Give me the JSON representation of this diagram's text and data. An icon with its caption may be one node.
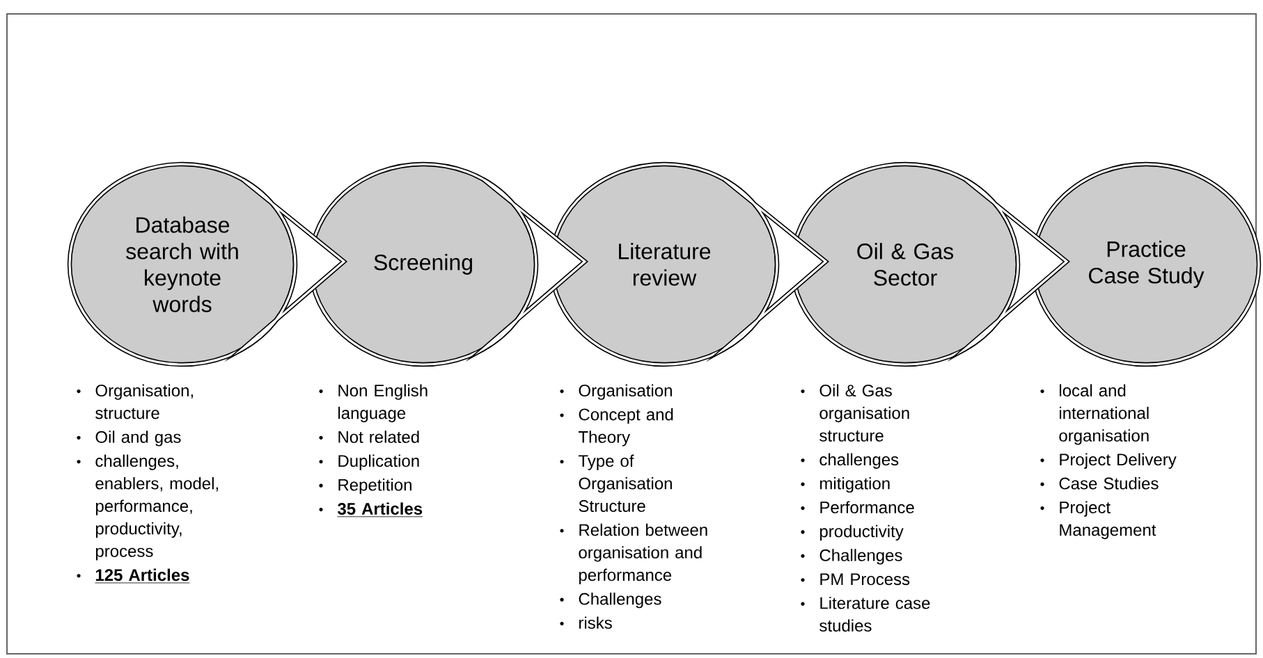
{
  "diagram": {
    "nodes": [
      {
        "text": [
          "Database search with keynote words"
        ],
        "beside": [
          "Organisation, structure",
          "Oil and gas",
          "challenges, enablers, model, performance, productivity, process",
          "125 Articles"
        ]
      },
      {
        "text": [
          "Screening"
        ],
        "beside": [
          "Non English language",
          "Not related",
          "Duplication",
          "Repetition",
          "35 Articles"
        ]
      },
      {
        "text": [
          "Literature review"
        ],
        "beside": [
          "Organisation",
          "Concept and Theory",
          "Type of Organisation Structure",
          "Relation between organisation and performance",
          "Challenges",
          "risks"
        ]
      },
      {
        "text": [
          "Oil & Gas Sector"
        ],
        "beside": [
          "Oil & Gas organisation structure",
          "challenges",
          "mitigation",
          "Performance",
          "productivity",
          "Challenges",
          "PM Process",
          "Literature case studies"
        ]
      },
      {
        "text": [
          "Practice Case Study"
        ],
        "beside": [
          "local and international organisation",
          "Project Delivery",
          "Case Studies",
          "Project Management"
        ]
      }
    ],
    "edges": [
      {
        "from": 0,
        "to": 1,
        "arrow": "to"
      },
      {
        "from": 1,
        "to": 2,
        "arrow": "to"
      },
      {
        "from": 2,
        "to": 3,
        "arrow": "to"
      },
      {
        "from": 3,
        "to": 4,
        "arrow": "to"
      }
    ]
  }
}
